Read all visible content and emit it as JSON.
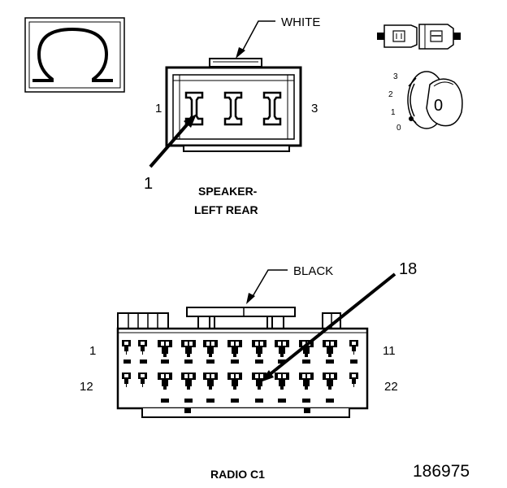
{
  "symbol": {
    "glyph": "Ω",
    "meaning": "ground-symbol"
  },
  "speaker_connector": {
    "wire_color": "WHITE",
    "pin_left": "1",
    "pin_right": "3",
    "callout_pin": "1",
    "title_line1": "SPEAKER-",
    "title_line2": "LEFT REAR"
  },
  "key_detail": {
    "positions": [
      "3",
      "2",
      "1",
      "0"
    ],
    "key_text": "0"
  },
  "radio_connector": {
    "wire_color": "BLACK",
    "callout_pin": "18",
    "row1_start": "1",
    "row1_end": "11",
    "row2_start": "12",
    "row2_end": "22",
    "title": "RADIO C1"
  },
  "figure_id": "186975"
}
